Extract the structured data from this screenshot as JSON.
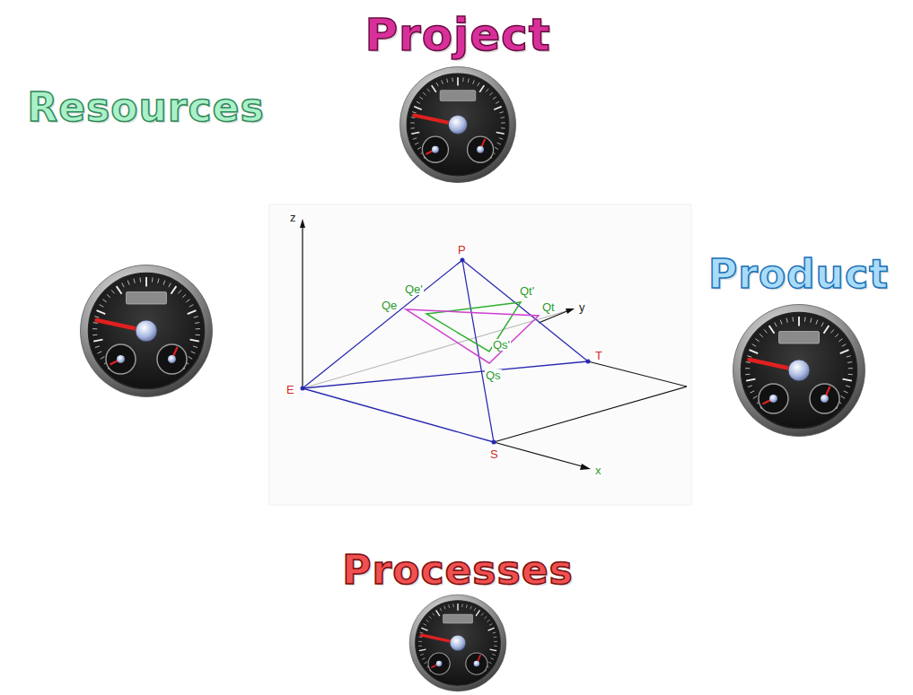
{
  "diagram": {
    "nodes": [
      {
        "text": [
          "Project"
        ]
      },
      {
        "text": [
          "Resources"
        ]
      },
      {
        "text": [
          "Product"
        ]
      },
      {
        "text": [
          "Processes"
        ]
      }
    ],
    "labels": [
      "z",
      "y",
      "x",
      "P",
      "E",
      "S",
      "T",
      "Qe",
      "Qe'",
      "Qt'",
      "Qt",
      "Qs'",
      "Qs"
    ]
  }
}
